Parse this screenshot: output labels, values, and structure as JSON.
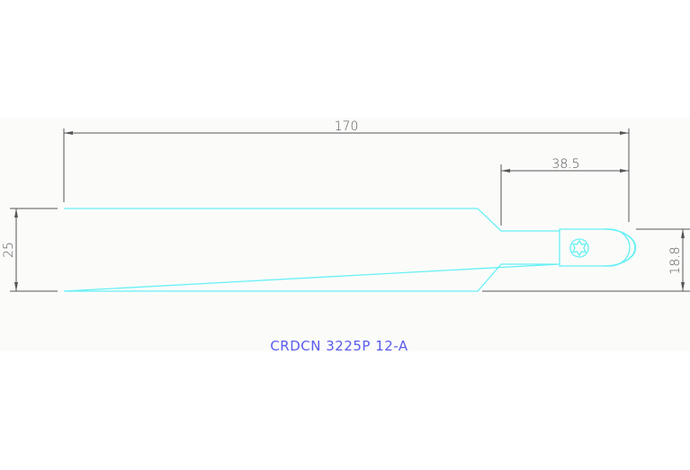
{
  "drawing": {
    "part_number": "CRDCN 3225P 12-A",
    "colors": {
      "outline": "#66f0f5",
      "dimension": "#555555",
      "caption": "#5a5aee",
      "band_background": "#fbfcfa"
    },
    "dimensions": {
      "overall_length": "170",
      "head_length": "38.5",
      "shank_height": "25",
      "head_height": "18.8"
    },
    "features": [
      "shank",
      "tapered-neck",
      "clamp-head",
      "torx-screw"
    ]
  }
}
